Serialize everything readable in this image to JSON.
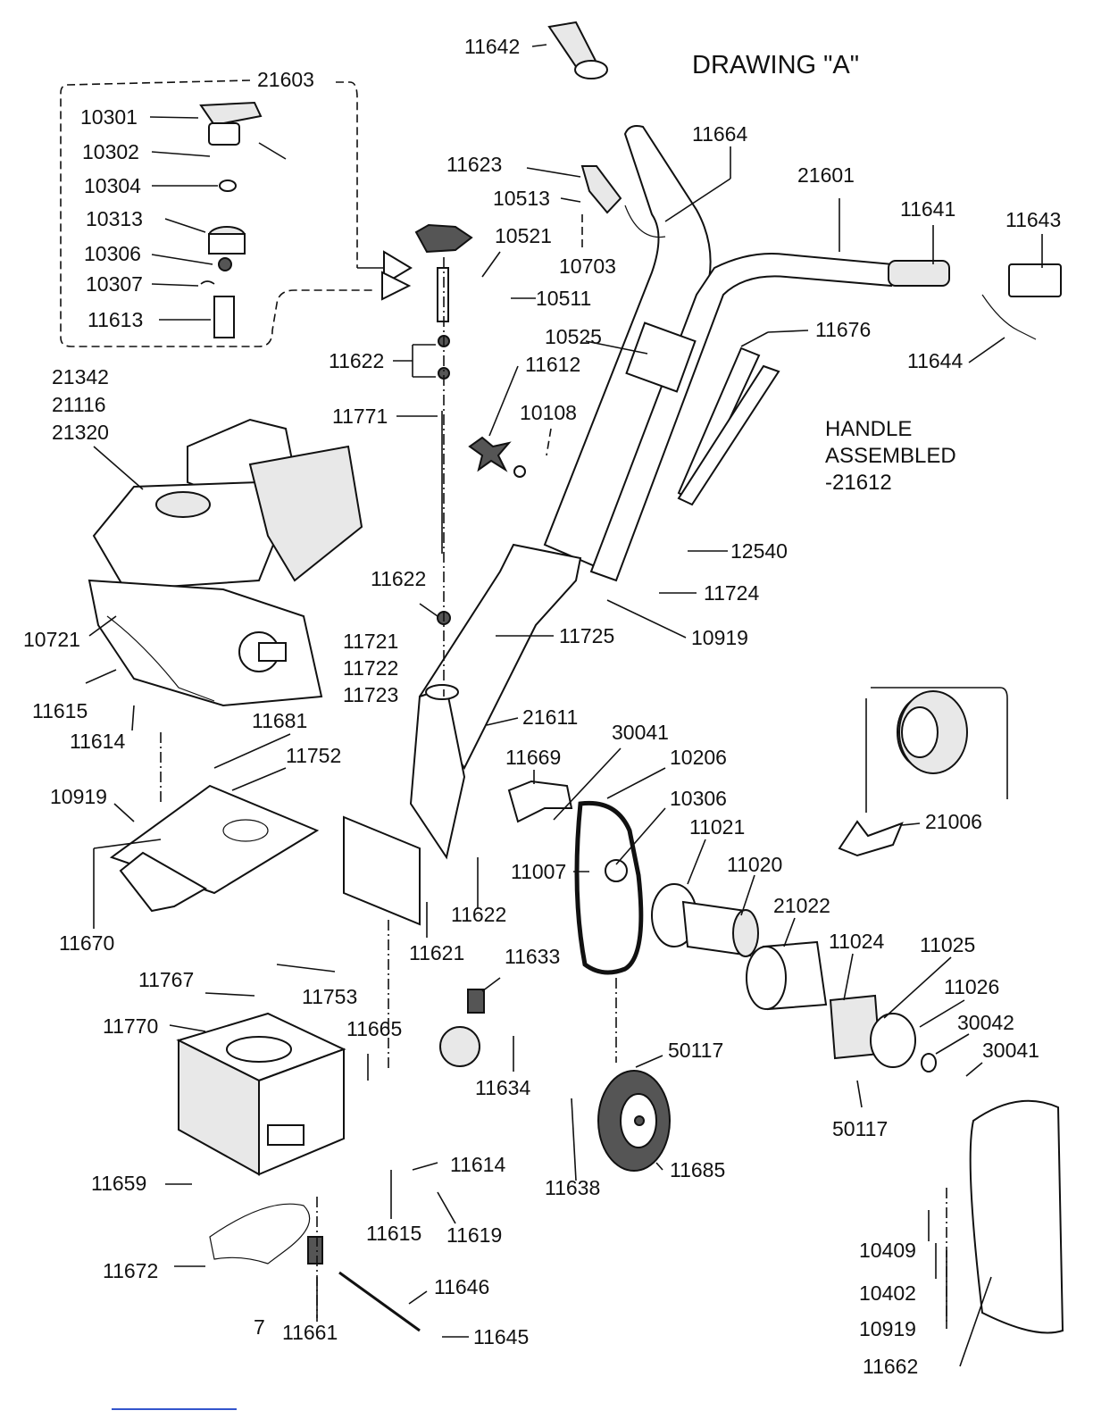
{
  "title": "DRAWING \"A\"",
  "note": {
    "line1": "HANDLE",
    "line2": "ASSEMBLED",
    "line3": "-21612"
  },
  "labels": {
    "p11642": "11642",
    "p21603": "21603",
    "p10301": "10301",
    "p10302": "10302",
    "p10304": "10304",
    "p10313": "10313",
    "p10306a": "10306",
    "p10307": "10307",
    "p11613": "11613",
    "p11664": "11664",
    "p11623": "11623",
    "p10513": "10513",
    "p10521": "10521",
    "p10703": "10703",
    "p10511": "10511",
    "p21601": "21601",
    "p11641": "11641",
    "p11643": "11643",
    "p11644": "11644",
    "p11676": "11676",
    "p10525": "10525",
    "p11612": "11612",
    "p11622a": "11622",
    "p11771": "11771",
    "p10108": "10108",
    "p21342": "21342",
    "p21116": "21116",
    "p21320": "21320",
    "p12540": "12540",
    "p11724": "11724",
    "p10919a": "10919",
    "p11725": "11725",
    "p11622b": "11622",
    "p10721": "10721",
    "p11721": "11721",
    "p11722": "11722",
    "p11723": "11723",
    "p11615a": "11615",
    "p11614a": "11614",
    "p11681": "11681",
    "p11752": "11752",
    "p21611": "21611",
    "p30041a": "30041",
    "p11669": "11669",
    "p10206": "10206",
    "p10306b": "10306",
    "p10919b": "10919",
    "p11670": "11670",
    "p11021": "11021",
    "p11007": "11007",
    "p11020": "11020",
    "p21006": "21006",
    "p21022": "21022",
    "p11622c": "11622",
    "p11621": "11621",
    "p11024": "11024",
    "p11025": "11025",
    "p11633": "11633",
    "p11767": "11767",
    "p11753": "11753",
    "p11026": "11026",
    "p30042": "30042",
    "p11770": "11770",
    "p11665": "11665",
    "p30041b": "30041",
    "p50117a": "50117",
    "p11634": "11634",
    "p50117b": "50117",
    "p11614b": "11614",
    "p11659": "11659",
    "p11685": "11685",
    "p11638": "11638",
    "p11615b": "11615",
    "p11619": "11619",
    "p11672": "11672",
    "p10409": "10409",
    "p11646": "11646",
    "p10402": "10402",
    "p11661": "11661",
    "p11645": "11645",
    "p10919c": "10919",
    "p11662": "11662",
    "footmark": "7"
  }
}
